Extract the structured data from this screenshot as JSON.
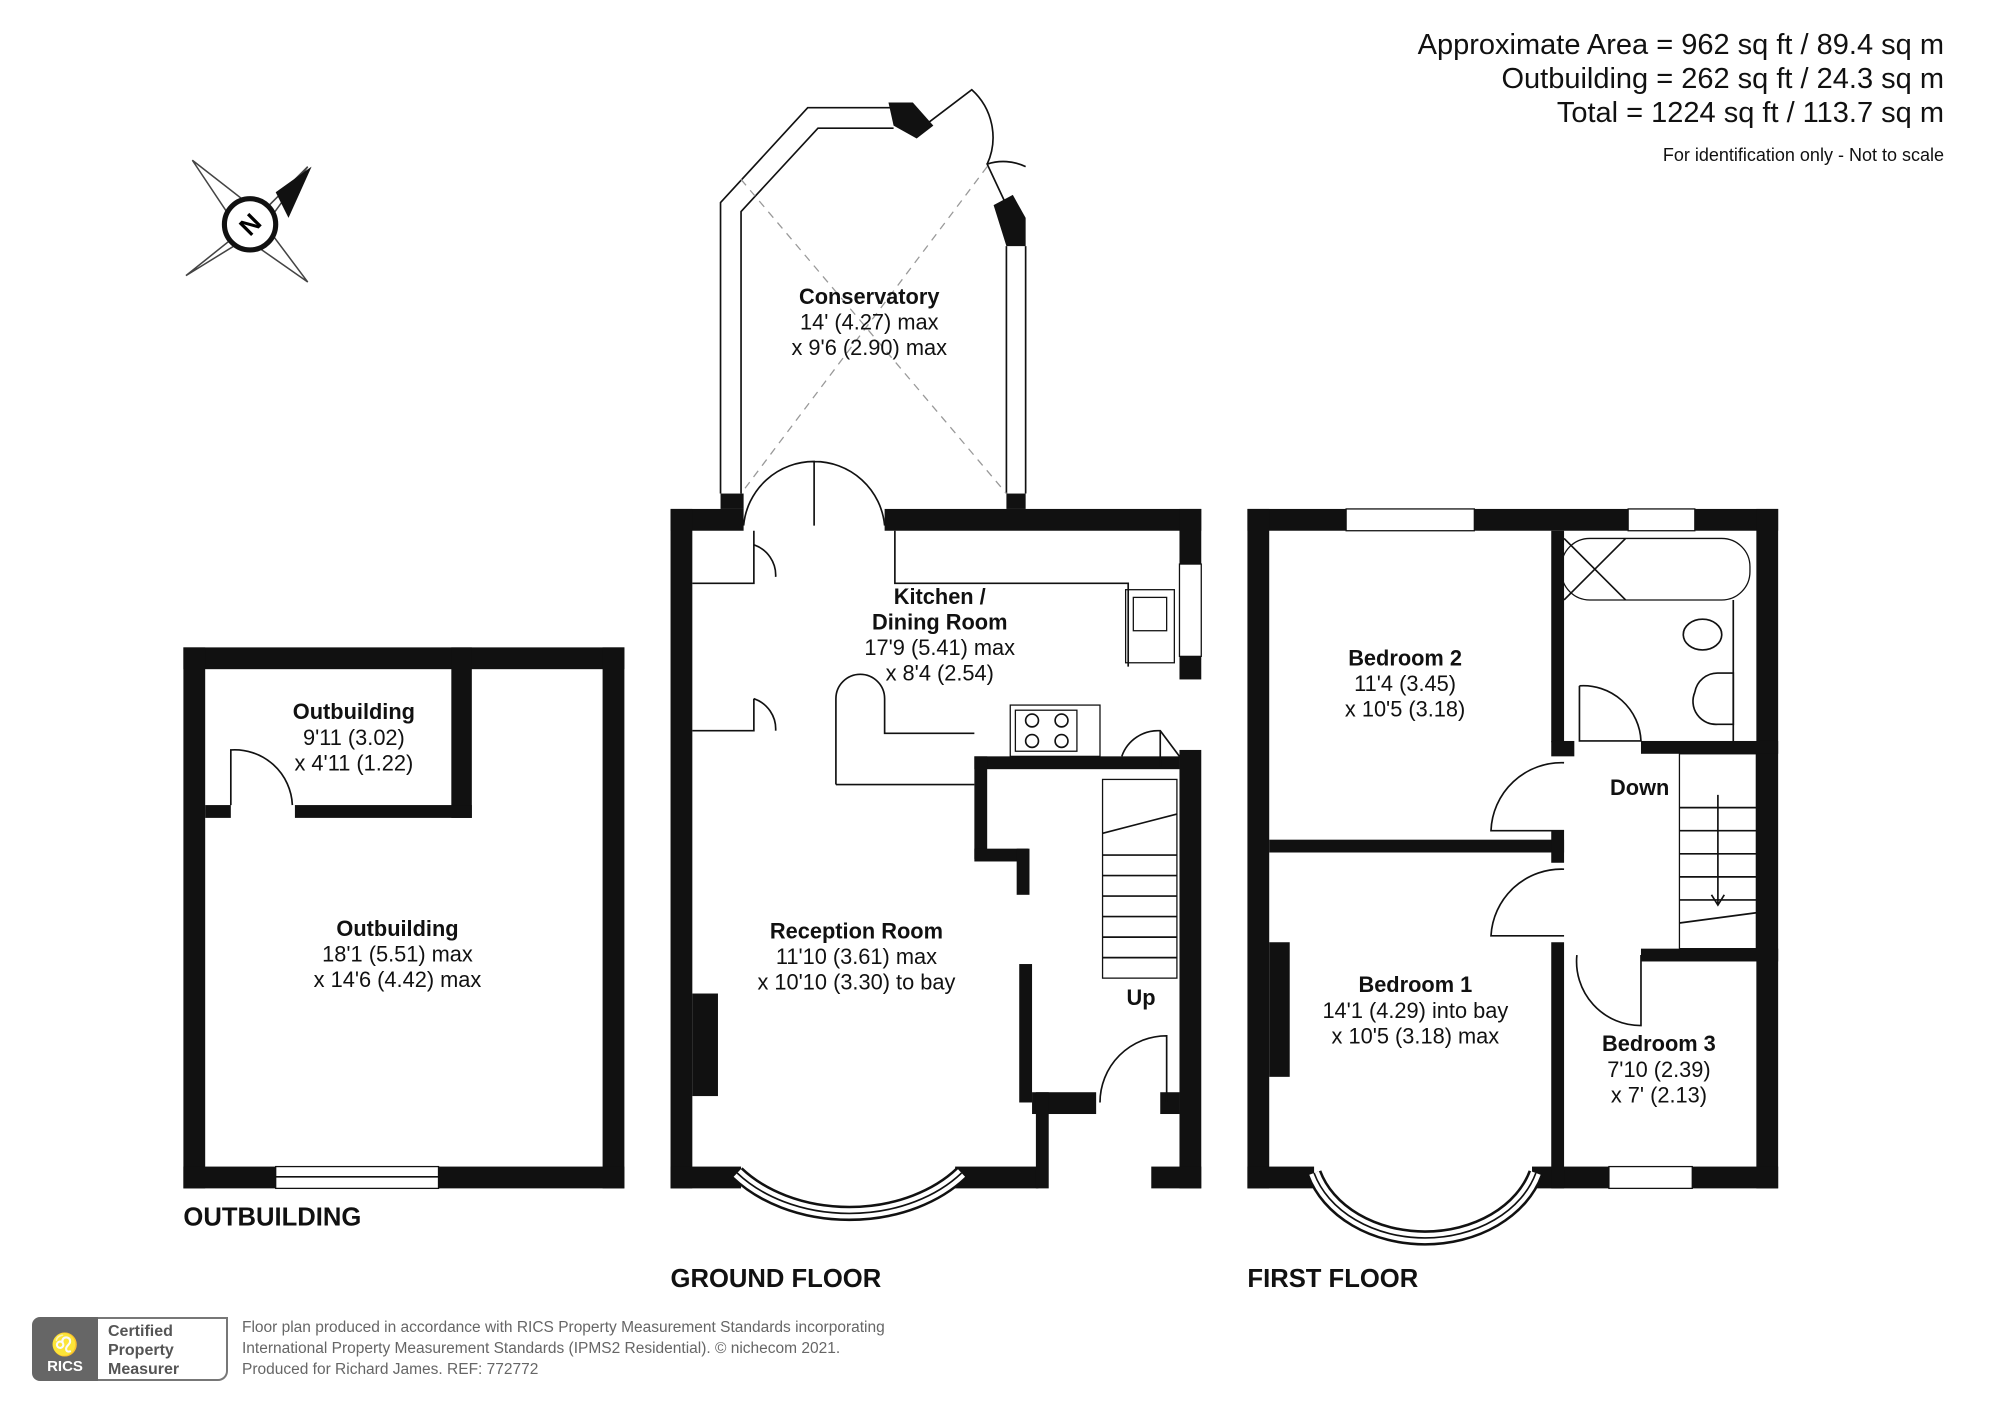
{
  "area": {
    "approximate": "Approximate Area = 962 sq ft / 89.4 sq m",
    "outbuilding": "Outbuilding = 262 sq ft / 24.3 sq m",
    "total": "Total = 1224 sq ft / 113.7 sq m",
    "note": "For identification only - Not to scale"
  },
  "compass": {
    "label": "N"
  },
  "floors": {
    "outbuilding": "OUTBUILDING",
    "ground": "GROUND FLOOR",
    "first": "FIRST FLOOR"
  },
  "rooms": {
    "conservatory": {
      "name": "Conservatory",
      "l1": "14' (4.27) max",
      "l2": "x 9'6 (2.90) max"
    },
    "kitchen": {
      "name1": "Kitchen /",
      "name2": "Dining Room",
      "l1": "17'9 (5.41) max",
      "l2": "x 8'4 (2.54)"
    },
    "reception": {
      "name": "Reception Room",
      "l1": "11'10 (3.61) max",
      "l2": "x 10'10 (3.30) to bay"
    },
    "store": {
      "name": "Outbuilding",
      "l1": "9'11 (3.02)",
      "l2": "x 4'11 (1.22)"
    },
    "outbuilding": {
      "name": "Outbuilding",
      "l1": "18'1 (5.51) max",
      "l2": "x 14'6 (4.42) max"
    },
    "bedroom2": {
      "name": "Bedroom 2",
      "l1": "11'4 (3.45)",
      "l2": "x 10'5 (3.18)"
    },
    "bedroom1": {
      "name": "Bedroom 1",
      "l1": "14'1 (4.29) into bay",
      "l2": "x 10'5 (3.18) max"
    },
    "bedroom3": {
      "name": "Bedroom 3",
      "l1": "7'10 (2.39)",
      "l2": "x 7' (2.13)"
    },
    "up": "Up",
    "down": "Down"
  },
  "footer": {
    "rics": "RICS",
    "cert1": "Certified",
    "cert2": "Property",
    "cert3": "Measurer",
    "line1": "Floor plan produced in accordance with RICS Property Measurement Standards incorporating",
    "line2": "International Property Measurement Standards (IPMS2 Residential).   © nichecom 2021.",
    "line3": "Produced for Richard James.   REF:  772772"
  }
}
